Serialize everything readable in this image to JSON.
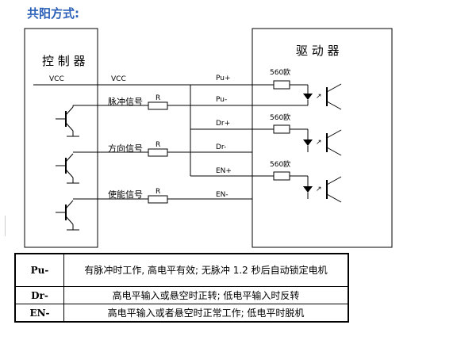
{
  "title": "共阳方式:",
  "controller": {
    "label": "控 制 器",
    "vcc_left": "VCC",
    "vcc_right": "VCC"
  },
  "driver": {
    "label": "驱 动 器"
  },
  "signals": [
    {
      "name": "脉冲信号",
      "resistor": "R",
      "upper": "Pu+",
      "lower": "Pu-",
      "driver_resistor": "560欧"
    },
    {
      "name": "方向信号",
      "resistor": "R",
      "upper": "Dr+",
      "lower": "Dr-",
      "driver_resistor": "560欧"
    },
    {
      "name": "使能信号",
      "resistor": "R",
      "upper": "EN+",
      "lower": "EN-",
      "driver_resistor": "560欧"
    }
  ],
  "table": [
    {
      "term": "Pu-",
      "desc": "有脉冲时工作, 高电平有效; 无脉冲 1.2 秒后自动锁定电机"
    },
    {
      "term": "Dr-",
      "desc": "高电平输入或悬空时正转; 低电平输入时反转"
    },
    {
      "term": "EN-",
      "desc": "高电平输入或者悬空时正常工作; 低电平时脱机"
    }
  ]
}
